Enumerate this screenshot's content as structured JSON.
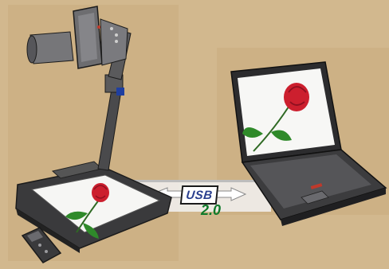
{
  "connection": {
    "label": "USB",
    "version": "2.0"
  },
  "colors": {
    "background": "#d2b88e",
    "usb_label": "#2a3f8e",
    "usb_version": "#0f7a2a",
    "rose": "#cc1f2e",
    "leaf": "#2f8a2a"
  },
  "icons": [
    "document-camera",
    "laptop",
    "remote-control",
    "rose",
    "double-arrow"
  ]
}
